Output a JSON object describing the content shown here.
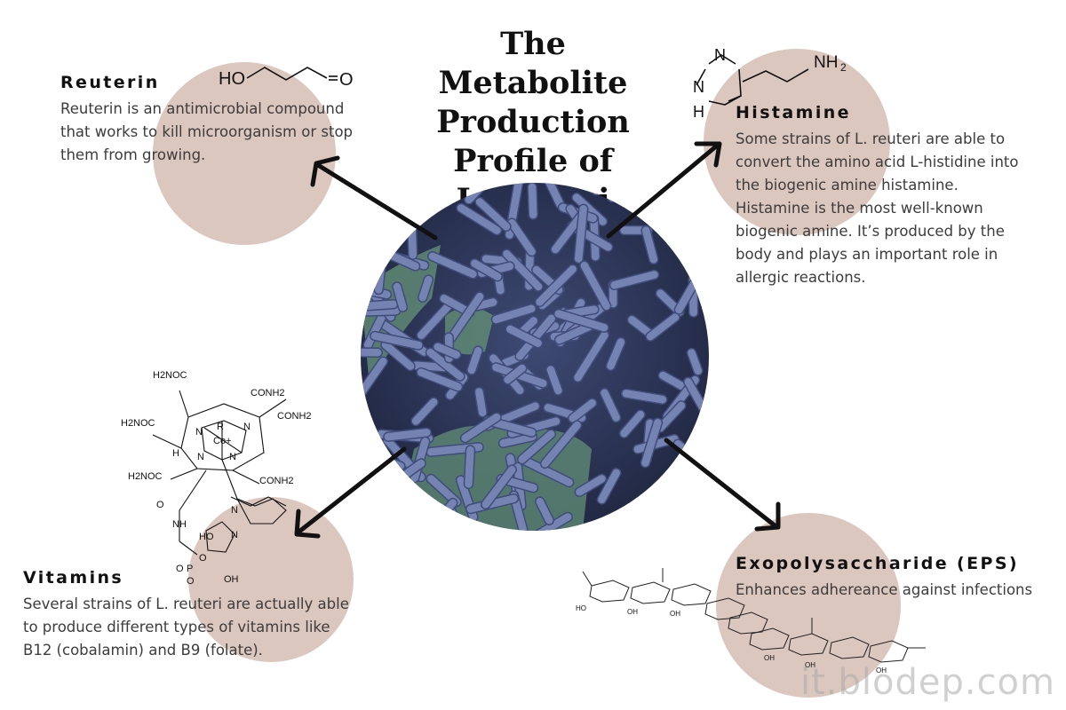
{
  "title_lines": [
    "The Metabolite",
    "Production",
    "Profile of",
    "L.reuteri"
  ],
  "reuterin": {
    "heading": "Reuterin",
    "text": "Reuterin is an antimicrobial compound that works to kill microorganism or stop them from growing."
  },
  "histamine": {
    "heading": "Histamine",
    "text": "Some strains of L. reuteri are able to convert the amino acid L-histidine into the biogenic amine histamine. Histamine is the most well-known biogenic amine. It’s produced by the body and plays an important role in allergic reactions."
  },
  "vitamins": {
    "heading": "Vitamins",
    "text": "Several strains of L. reuteri are actually able to produce different types of vitamins like B12 (cobalamin) and B9 (folate)."
  },
  "eps": {
    "heading": "Exopolysaccharide (EPS)",
    "text": "Enhances adhereance against infections"
  },
  "molecules": {
    "reuterin_ho": "HO",
    "reuterin_o": "O",
    "histamine_n": "N",
    "histamine_nh": "N",
    "histamine_h": "H",
    "histamine_nh2": "NH",
    "histamine_sub2": "2",
    "b12_labels": [
      "H2NOC",
      "CONH2",
      "CONH2",
      "H2NOC",
      "CONH2",
      "H2NOC",
      "R",
      "Co+",
      "N",
      "N",
      "N",
      "N",
      "H",
      "O",
      "NH",
      "N",
      "N",
      "HO",
      "O",
      "O",
      "P",
      "O",
      "OH"
    ],
    "eps_labels": [
      "OH",
      "OH",
      "HO",
      "OH",
      "OH",
      "OH"
    ]
  },
  "watermark": "it.blodep.com",
  "colors": {
    "blob": "#dcc7bf",
    "bacteria": "#6b78a8",
    "background_tissue": "#5f8a74",
    "arrow": "#111111"
  }
}
